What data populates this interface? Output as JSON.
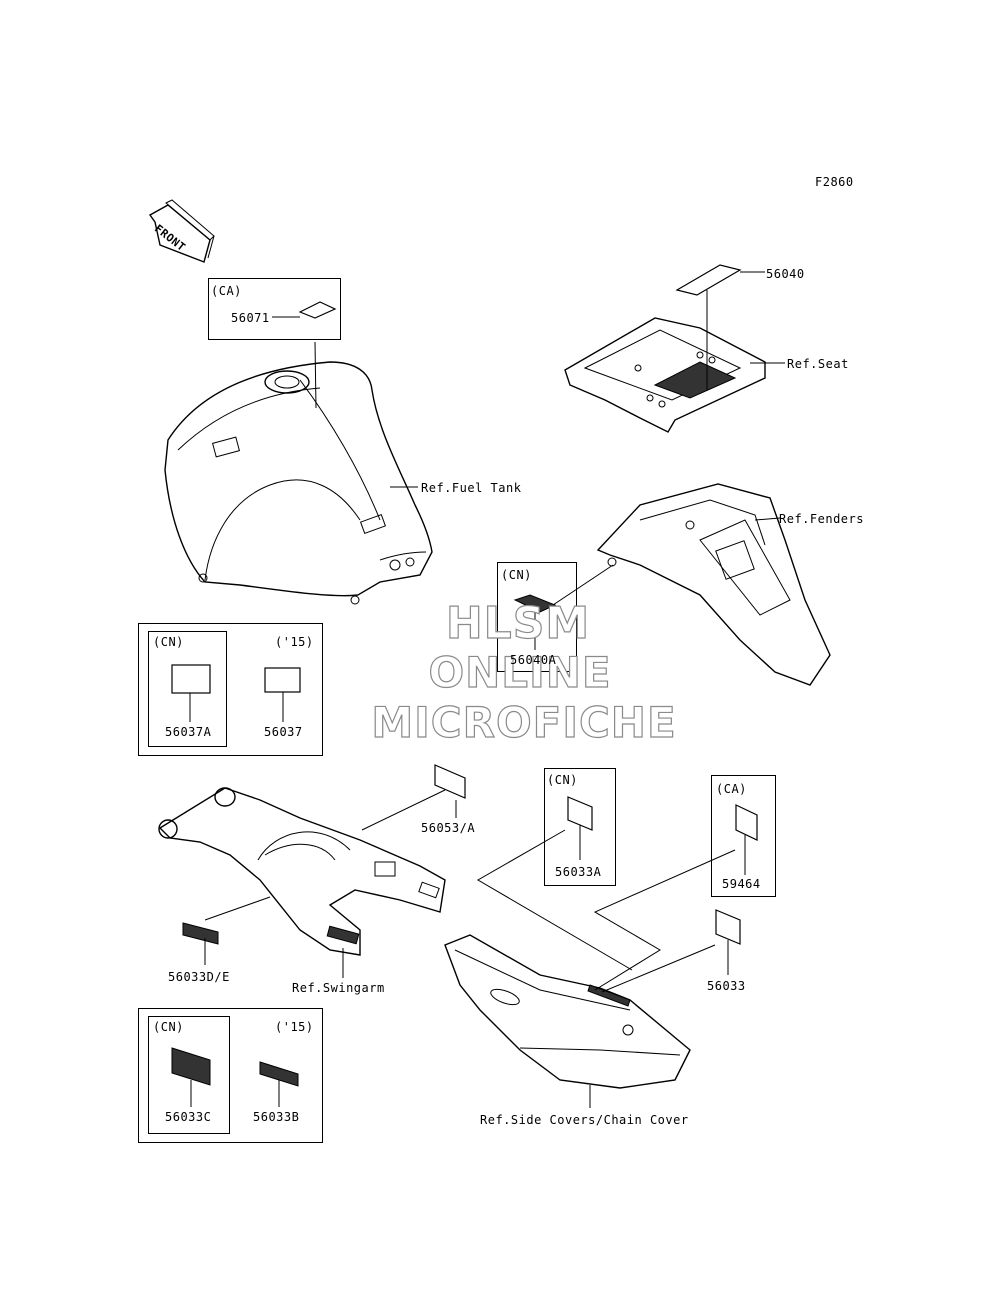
{
  "diagram_code": "F2860",
  "front_arrow": "FRONT",
  "watermark": {
    "line1": "HLSM",
    "line2": "ONLINE",
    "line3": "MICROFICHE"
  },
  "boxes": {
    "fuel_tank_ca": {
      "tag": "(CA)",
      "part": "56071"
    },
    "left_top": {
      "inner_tag": "(CN)",
      "inner_part": "56037A",
      "right_tag": "('15)",
      "right_part": "56037"
    },
    "rear_cn": {
      "tag": "(CN)",
      "part": "56040A"
    },
    "side_cn": {
      "tag": "(CN)",
      "part": "56033A"
    },
    "side_ca": {
      "tag": "(CA)",
      "part": "59464"
    },
    "left_bottom": {
      "inner_tag": "(CN)",
      "inner_part": "56033C",
      "right_tag": "('15)",
      "right_part": "56033B"
    }
  },
  "parts": {
    "seat_label": "56040",
    "swingarm_upper": "56053/A",
    "swingarm_lower": "56033D/E",
    "side_cover_label": "56033"
  },
  "references": {
    "seat": "Ref.Seat",
    "fuel_tank": "Ref.Fuel Tank",
    "fenders": "Ref.Fenders",
    "swingarm": "Ref.Swingarm",
    "side_covers": "Ref.Side Covers/Chain Cover"
  }
}
